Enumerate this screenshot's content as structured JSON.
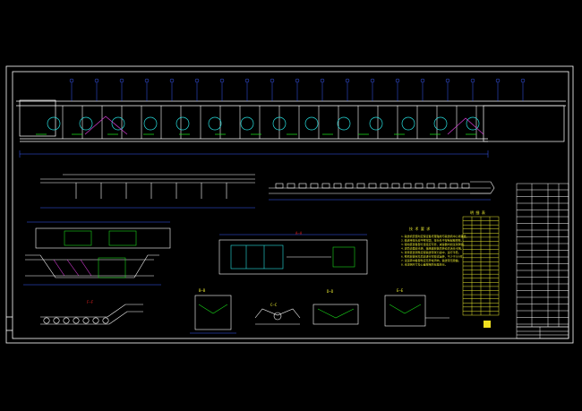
{
  "drawing": {
    "background": "#000000",
    "palette": {
      "frame": "#ffffff",
      "outline": "#ffffff",
      "dim": "#3b5cff",
      "accent_green": "#19d419",
      "accent_cyan": "#27e0e0",
      "accent_magenta": "#d43cd4",
      "accent_red": "#e02020",
      "text_yellow": "#e8e830",
      "fill_yellow": "#f0e020"
    },
    "icons": [
      "section-marker-icon",
      "balloon-callout-icon",
      "north-arrow-icon"
    ]
  },
  "notes": {
    "title": "技 术 要 求",
    "lines": [
      "1.输送机安装时应保证各托辊轴线与输送机中心线垂直。",
      "2.输送带接头应平整牢固，接头处不得有起皱现象。",
      "3.驱动装置各部分连接应可靠，减速器内加注润滑油。",
      "4.滚筒表面应光滑，轴承座安装后转动灵活无卡阻。",
      "5.张紧装置调整应使输送带张力适中，运行平稳。",
      "6.整机安装完毕后应进行空载试运转，不少于2小时。",
      "7.试运转中各部件应无异常声响，输送带无跑偏。",
      "8.未注明尺寸及公差按相关标准执行。"
    ]
  },
  "parts_table": {
    "title": "明 细 表",
    "rows": 24
  },
  "title_block": {
    "rows": 3
  },
  "views": [
    {
      "label": "A—A"
    },
    {
      "label": "B—B"
    },
    {
      "label": "C—C"
    },
    {
      "label": "D—D"
    },
    {
      "label": "E—E"
    },
    {
      "label": "F—F"
    }
  ]
}
